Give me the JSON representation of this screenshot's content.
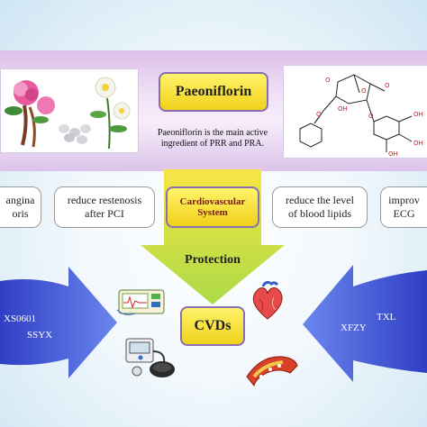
{
  "center": {
    "title": "Paeoniflorin",
    "description_line1": "Paeoniflorin is the main active",
    "description_line2": "ingredient of PRR and PRA."
  },
  "effects": {
    "left_outer": {
      "line1": "angina",
      "line2": "oris"
    },
    "left_inner": {
      "line1": "reduce restenosis",
      "line2": "after PCI"
    },
    "center": {
      "line1": "Cardiovascular",
      "line2": "System"
    },
    "right_inner": {
      "line1": "reduce the level",
      "line2": "of blood lipids"
    },
    "right_outer": {
      "line1": "improv",
      "line2": "ECG"
    }
  },
  "protection_label": "Protection",
  "cvds_label": "CVDs",
  "left_arrow": {
    "label1": "XS0601",
    "label2": "SSYX"
  },
  "right_arrow": {
    "label1": "XFZY",
    "label2": "TXL"
  },
  "colors": {
    "arrow_blue": "#4a5fd6",
    "arrow_green": "#b6dc3a",
    "box_yellow": "#f6e030",
    "box_border": "#8a6fb0",
    "band_purple": "#dcbfe9"
  },
  "icons": [
    "peony-flower-photo",
    "paeoniflorin-structure",
    "ecg-machine-icon",
    "heart-icon",
    "blood-pressure-monitor-icon",
    "artery-plaque-icon"
  ]
}
